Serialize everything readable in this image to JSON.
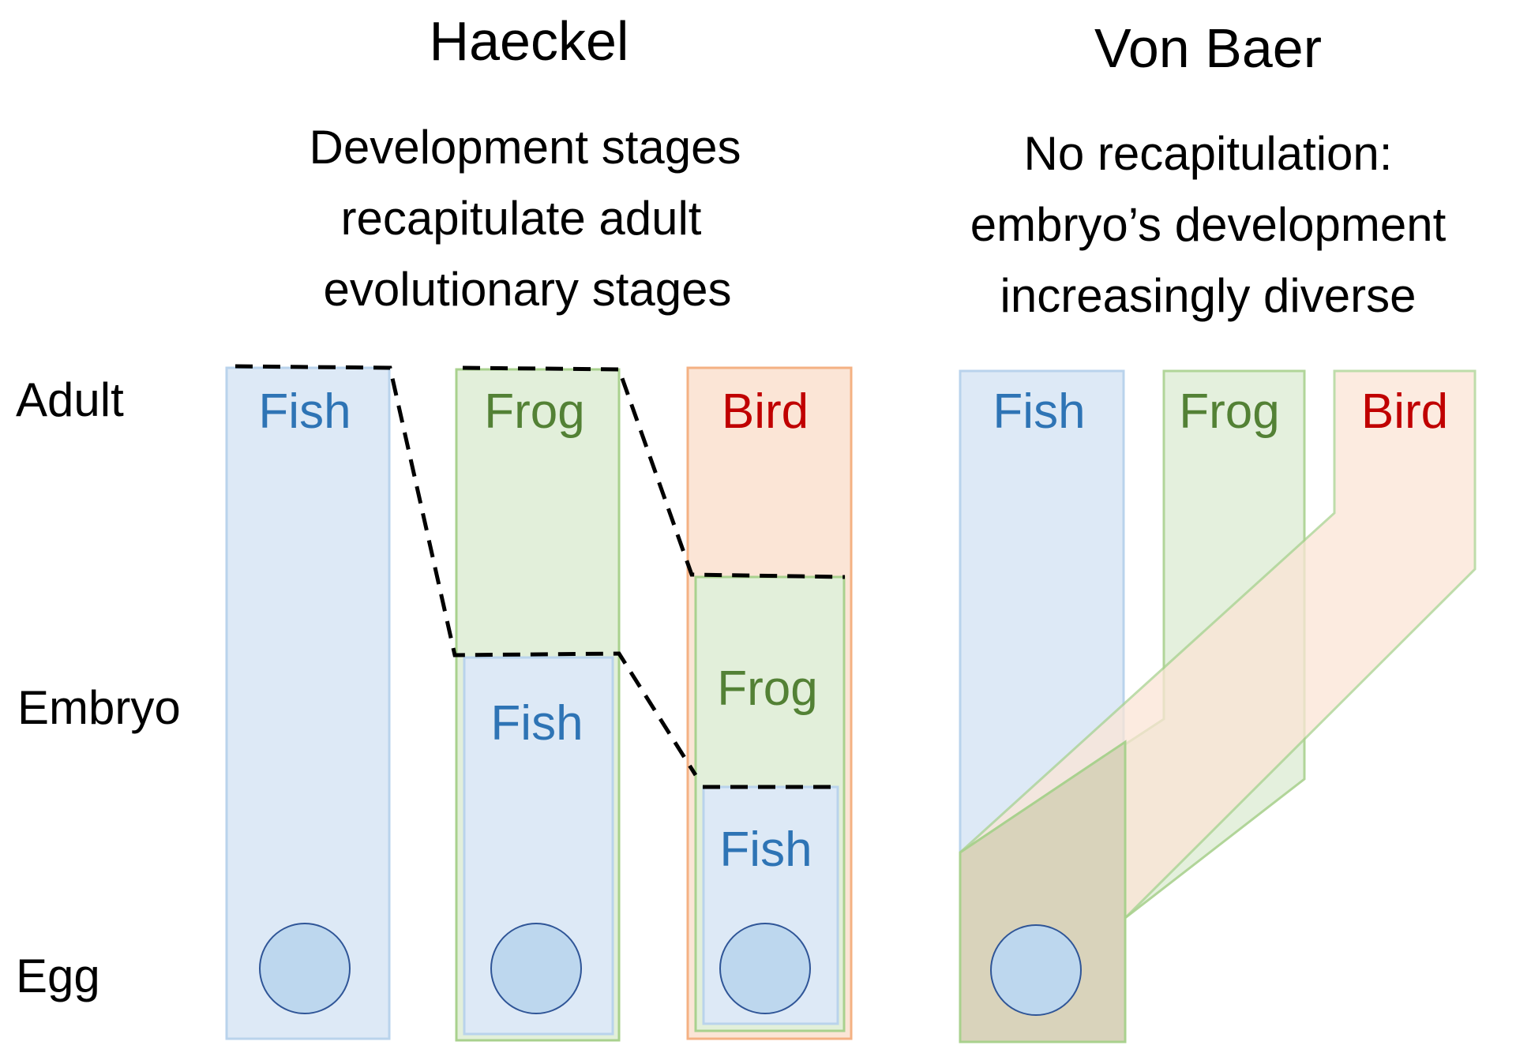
{
  "row_labels": {
    "adult": "Adult",
    "embryo": "Embryo",
    "egg": "Egg"
  },
  "haeckel": {
    "title": "Haeckel",
    "description": [
      "Development stages",
      "recapitulate adult",
      "evolutionary stages"
    ],
    "columns": {
      "fish": {
        "label": "Fish"
      },
      "frog": {
        "label": "Frog",
        "inner_label": "Fish"
      },
      "bird": {
        "label": "Bird",
        "inner_label_frog": "Frog",
        "inner_label_fish": "Fish"
      }
    }
  },
  "von_baer": {
    "title": "Von Baer",
    "description": [
      "No recapitulation:",
      "embryo’s development",
      "increasingly diverse"
    ],
    "columns": {
      "fish": {
        "label": "Fish"
      },
      "frog": {
        "label": "Frog"
      },
      "bird": {
        "label": "Bird"
      }
    }
  },
  "colors": {
    "fish_fill": "#dde9f6",
    "fish_stroke": "#b9d3ec",
    "fish_text": "#2e74b5",
    "frog_fill": "#e2efda",
    "frog_stroke": "#a9d18e",
    "frog_text": "#538135",
    "bird_fill": "#fbe5d6",
    "bird_stroke": "#f4b183",
    "bird_text": "#c00000",
    "egg_fill": "#bdd7ee",
    "egg_stroke": "#2f5597",
    "overlap_fill": "#d9d3bb",
    "dashed": "#000000"
  }
}
